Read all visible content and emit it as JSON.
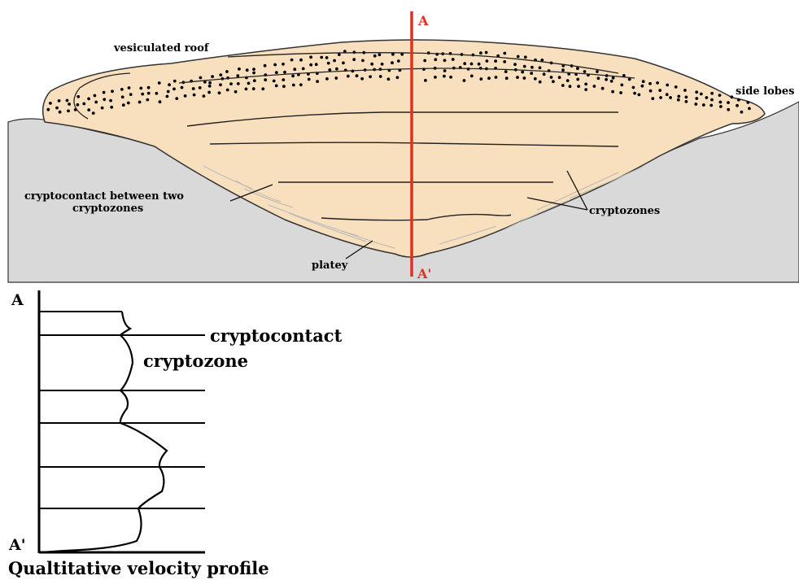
{
  "section": {
    "labels": {
      "vesiculated_roof": "vesiculated roof",
      "side_lobes": "side lobes",
      "cryptocontact_line1": "cryptocontact between two",
      "cryptocontact_line2": "cryptozones",
      "cryptozones": "cryptozones",
      "platey": "platey",
      "a_top": "A",
      "a_prime_bottom": "A'"
    },
    "colors": {
      "flow_fill": "#f8dfbd",
      "ground_fill": "#d9d9d9",
      "section_line": "#e03020",
      "vesicle": "#000000"
    }
  },
  "profile": {
    "labels": {
      "a_top": "A",
      "a_prime_bottom": "A'",
      "cryptocontact": "cryptocontact",
      "cryptozone": "cryptozone",
      "title": "Qualtitative velocity profile"
    }
  }
}
